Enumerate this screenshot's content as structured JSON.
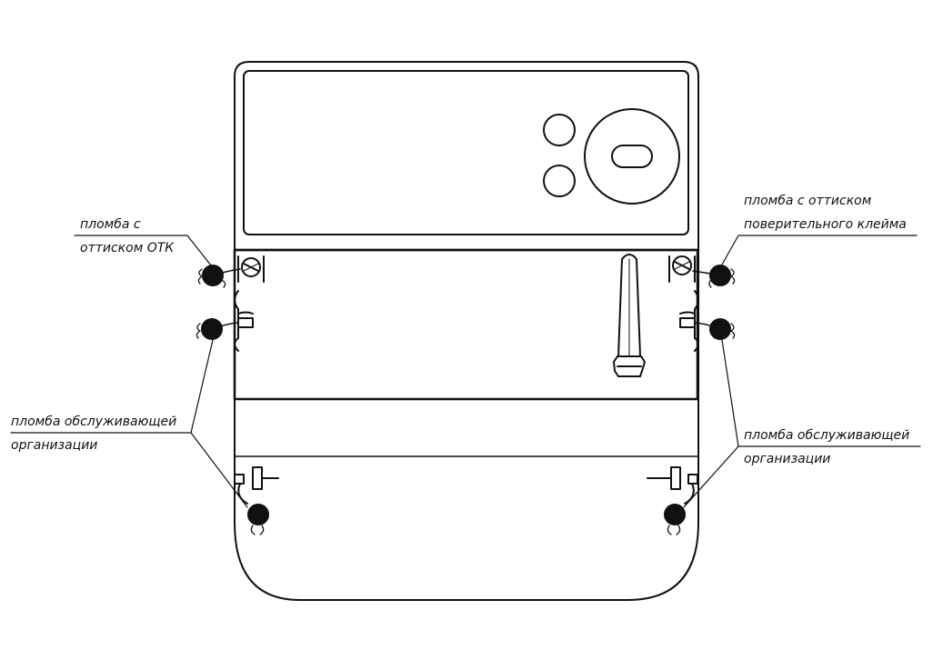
{
  "labels": {
    "otk_line1": "пломба с",
    "otk_line2": "оттиском ОТК",
    "verif_line1": "пломба с оттиском",
    "verif_line2": "поверительного клейма",
    "service_left_line1": "пломба обслуживающей",
    "service_left_line2": "организации",
    "service_right_line1": "пломба обслуживающей",
    "service_right_line2": "организации"
  },
  "colors": {
    "stroke": "#111111",
    "seal": "#111111",
    "background": "#ffffff"
  }
}
